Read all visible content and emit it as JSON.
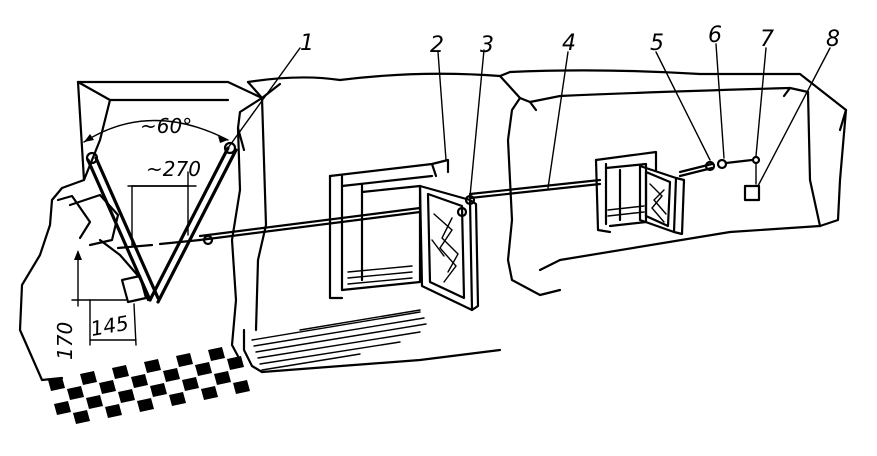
{
  "labels": {
    "l1": "1",
    "l2": "2",
    "l3": "3",
    "l4": "4",
    "l5": "5",
    "l6": "6",
    "l7": "7",
    "l8": "8"
  },
  "dimensions": {
    "angle": "~60°",
    "width_top": "~270",
    "height_left": "170",
    "width_bottom": "145"
  }
}
